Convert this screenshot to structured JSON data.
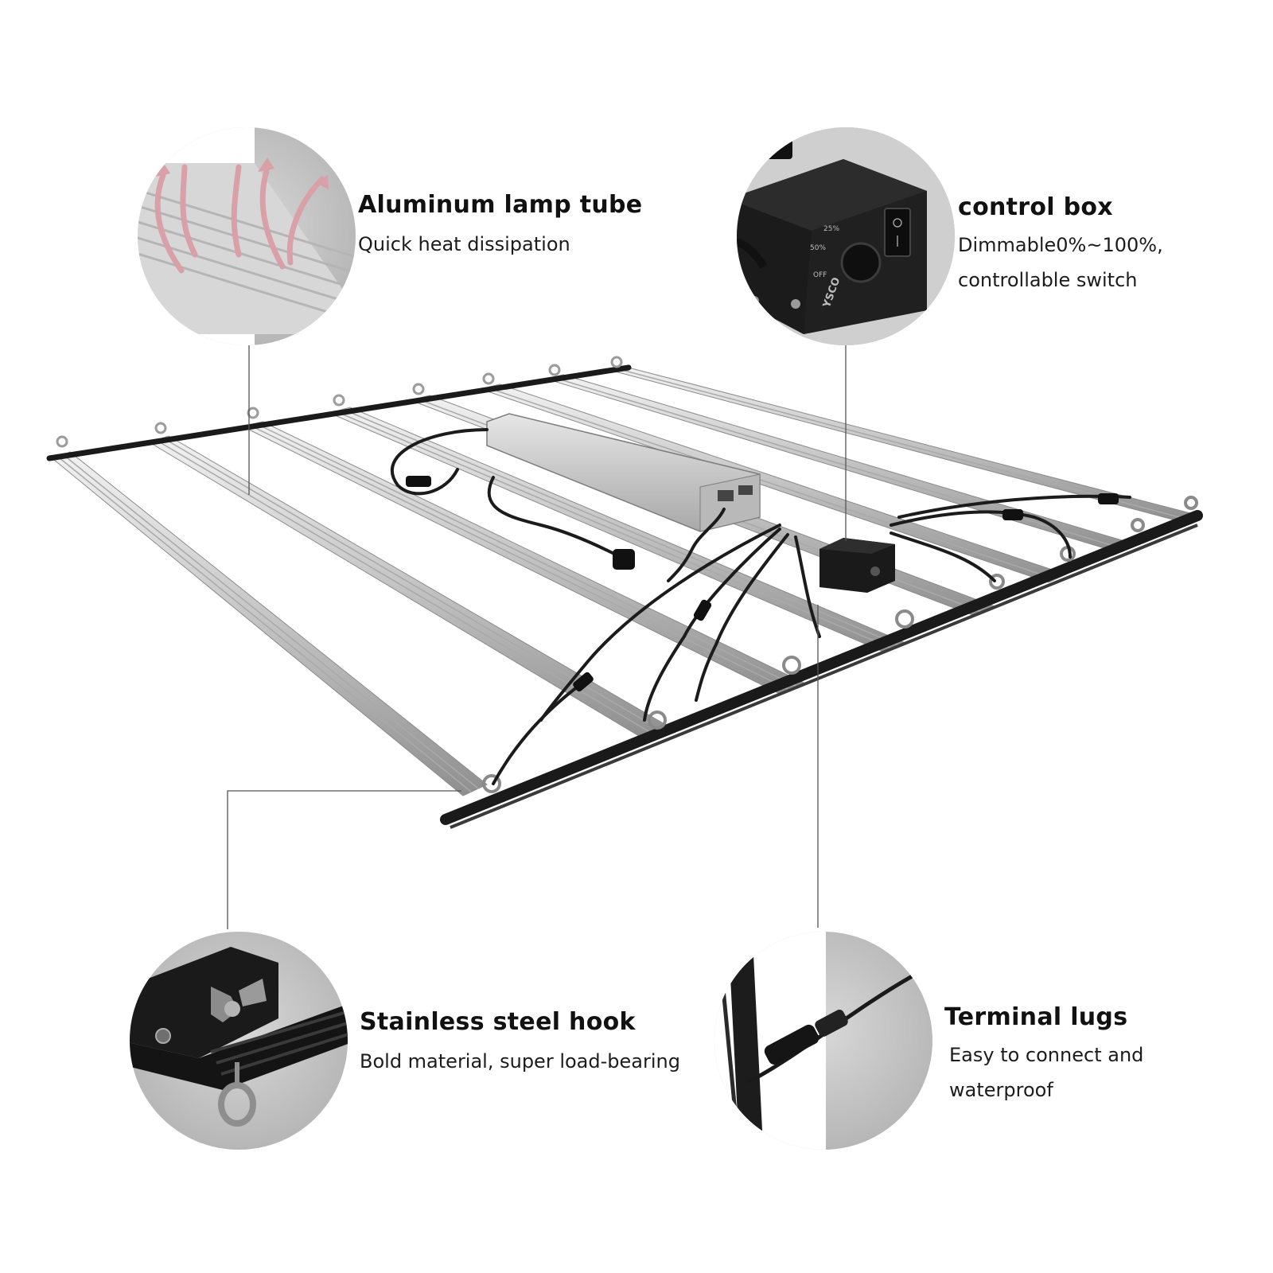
{
  "callouts": {
    "tube": {
      "title": "Aluminum lamp tube",
      "lines": [
        "Quick heat dissipation"
      ]
    },
    "control": {
      "title": "control box",
      "lines": [
        "Dimmable0%~100%,",
        "controllable switch"
      ]
    },
    "hook": {
      "title": "Stainless steel hook",
      "lines": [
        "Bold material, super load-bearing"
      ]
    },
    "terminal": {
      "title": "Terminal lugs",
      "lines": [
        "Easy to connect and",
        "waterproof"
      ]
    }
  },
  "control_box_labels": {
    "percent_25": "25%",
    "percent_50": "50%",
    "off": "OFF",
    "brand": "YSCO"
  },
  "colors": {
    "frame": "#1a1a1a",
    "tube": "#c9c9c9",
    "tube_shadow": "#9a9a9a",
    "circle_bg": "#bdbdbd",
    "heat_arrow": "#d9a0a8",
    "leader_line": "#555555"
  }
}
